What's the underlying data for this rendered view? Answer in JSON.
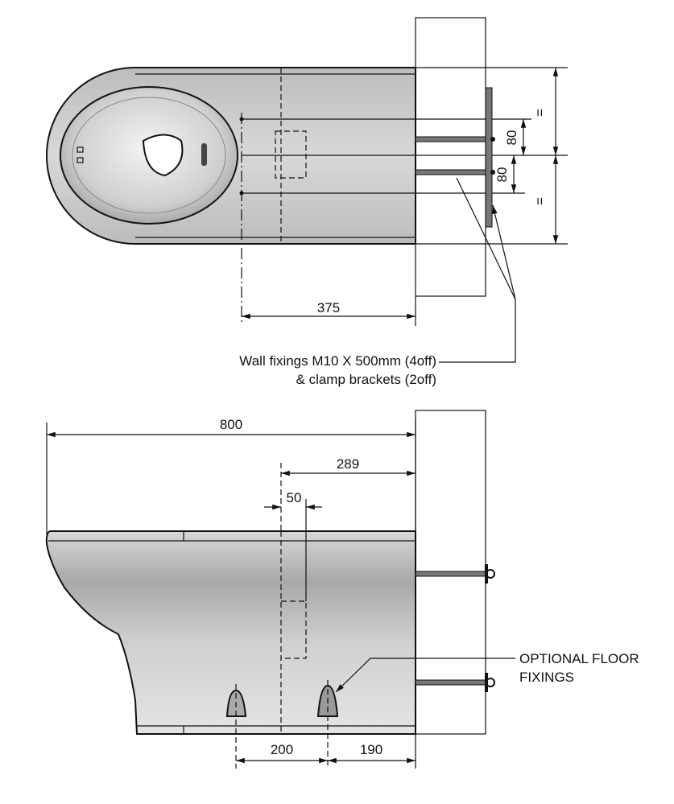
{
  "plan_view": {
    "dim_offset": "375",
    "dim_spacing_upper": "80",
    "dim_spacing_lower": "80",
    "equal_upper": "=",
    "equal_lower": "=",
    "note_line1": "Wall fixings M10 X 500mm (4off)",
    "note_line2": "& clamp brackets (2off)"
  },
  "side_view": {
    "dim_length": "800",
    "dim_outlet": "289",
    "dim_outlet_width": "50",
    "dim_foot_spacing": "200",
    "dim_foot_wall": "190",
    "note_line1": "OPTIONAL FLOOR",
    "note_line2": "FIXINGS"
  },
  "colors": {
    "line": "#111111",
    "body_light": "#e2e2e2",
    "body_dark": "#9a9a9a"
  }
}
